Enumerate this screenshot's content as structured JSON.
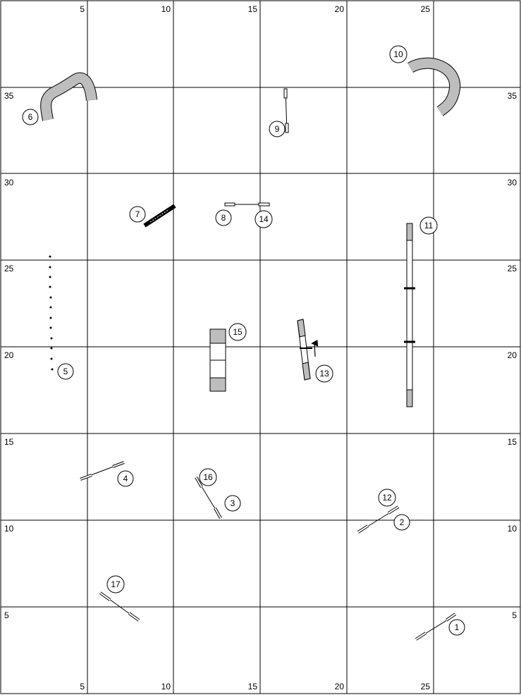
{
  "colors": {
    "grid": "#000000",
    "tunnel": "#bdbdbd",
    "contact_zone": "#bdbdbd",
    "background": "#ffffff"
  },
  "axis": {
    "top": [
      "5",
      "10",
      "15",
      "20",
      "25"
    ],
    "bottom": [
      "5",
      "10",
      "15",
      "20",
      "25"
    ],
    "left": [
      "35",
      "30",
      "25",
      "20",
      "15",
      "10",
      "5"
    ],
    "right": [
      "35",
      "30",
      "25",
      "20",
      "15",
      "10",
      "5"
    ]
  },
  "obstacles": [
    {
      "number": "1",
      "type": "jump"
    },
    {
      "number": "2",
      "type": "jump"
    },
    {
      "number": "3",
      "type": "jump"
    },
    {
      "number": "4",
      "type": "jump"
    },
    {
      "number": "5",
      "type": "weave-poles"
    },
    {
      "number": "6",
      "type": "tunnel"
    },
    {
      "number": "7",
      "type": "tire"
    },
    {
      "number": "8",
      "type": "jump"
    },
    {
      "number": "9",
      "type": "jump"
    },
    {
      "number": "10",
      "type": "tunnel"
    },
    {
      "number": "11",
      "type": "dog-walk"
    },
    {
      "number": "12",
      "type": "jump"
    },
    {
      "number": "13",
      "type": "seesaw"
    },
    {
      "number": "14",
      "type": "jump"
    },
    {
      "number": "15",
      "type": "a-frame"
    },
    {
      "number": "16",
      "type": "jump"
    },
    {
      "number": "17",
      "type": "jump"
    }
  ]
}
